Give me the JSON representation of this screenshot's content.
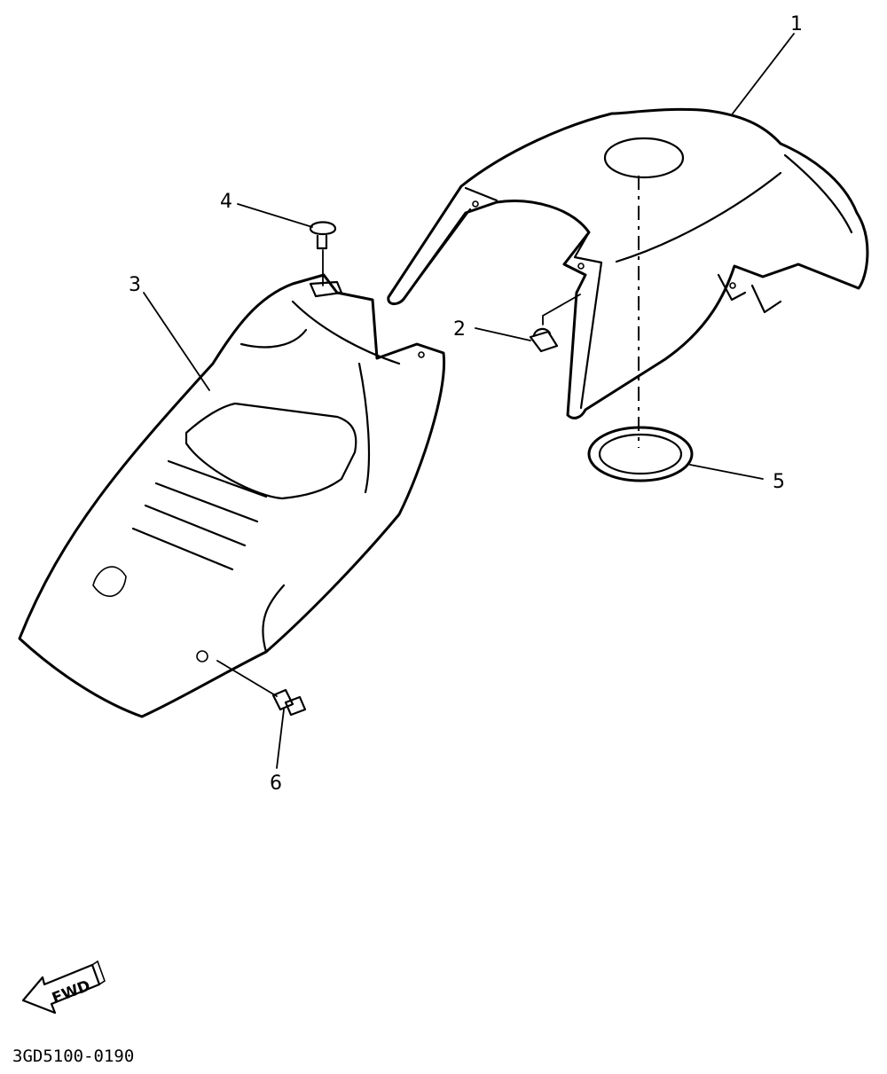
{
  "diagram": {
    "callouts": {
      "part1": "1",
      "part2": "2",
      "part3": "3",
      "part4": "4",
      "part5": "5",
      "part6": "6"
    },
    "fwd_label": "FWD",
    "drawing_code": "3GD5100-0190"
  },
  "colors": {
    "line": "#000000",
    "background": "#ffffff"
  }
}
